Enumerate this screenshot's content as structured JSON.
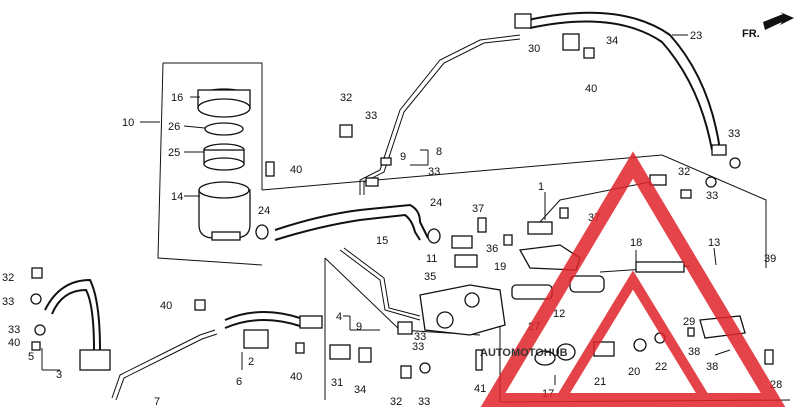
{
  "direction_label": "FR.",
  "callouts": [
    {
      "id": "c1",
      "text": "1"
    },
    {
      "id": "c2",
      "text": "2"
    },
    {
      "id": "c4",
      "text": "4"
    },
    {
      "id": "c5",
      "text": "5"
    },
    {
      "id": "c6",
      "text": "6"
    },
    {
      "id": "c7",
      "text": "7"
    },
    {
      "id": "c8",
      "text": "8"
    },
    {
      "id": "c9a",
      "text": "9"
    },
    {
      "id": "c9b",
      "text": "9"
    },
    {
      "id": "c10",
      "text": "10"
    },
    {
      "id": "c11",
      "text": "11"
    },
    {
      "id": "c12",
      "text": "12"
    },
    {
      "id": "c13",
      "text": "13"
    },
    {
      "id": "c14",
      "text": "14"
    },
    {
      "id": "c15",
      "text": "15"
    },
    {
      "id": "c16",
      "text": "16"
    },
    {
      "id": "c17",
      "text": "17"
    },
    {
      "id": "c18",
      "text": "18"
    },
    {
      "id": "c19",
      "text": "19"
    },
    {
      "id": "c20",
      "text": "20"
    },
    {
      "id": "c21",
      "text": "21"
    },
    {
      "id": "c22",
      "text": "22"
    },
    {
      "id": "c23",
      "text": "23"
    },
    {
      "id": "c24a",
      "text": "24"
    },
    {
      "id": "c24b",
      "text": "24"
    },
    {
      "id": "c25",
      "text": "25"
    },
    {
      "id": "c26",
      "text": "26"
    },
    {
      "id": "c27",
      "text": "27"
    },
    {
      "id": "c28",
      "text": "28"
    },
    {
      "id": "c29",
      "text": "29"
    },
    {
      "id": "c30",
      "text": "30"
    },
    {
      "id": "c31",
      "text": "31"
    },
    {
      "id": "c32a",
      "text": "32"
    },
    {
      "id": "c32b",
      "text": "32"
    },
    {
      "id": "c32c",
      "text": "32"
    },
    {
      "id": "c32d",
      "text": "32"
    },
    {
      "id": "c33a",
      "text": "33"
    },
    {
      "id": "c33b",
      "text": "33"
    },
    {
      "id": "c33c",
      "text": "33"
    },
    {
      "id": "c33d",
      "text": "33"
    },
    {
      "id": "c33e",
      "text": "33"
    },
    {
      "id": "c33f",
      "text": "33"
    },
    {
      "id": "c33g",
      "text": "33"
    },
    {
      "id": "c33h",
      "text": "33"
    },
    {
      "id": "c33i",
      "text": "33"
    },
    {
      "id": "c34a",
      "text": "34"
    },
    {
      "id": "c34b",
      "text": "34"
    },
    {
      "id": "c35",
      "text": "35"
    },
    {
      "id": "c36",
      "text": "36"
    },
    {
      "id": "c37a",
      "text": "37"
    },
    {
      "id": "c37b",
      "text": "37"
    },
    {
      "id": "c38a",
      "text": "38"
    },
    {
      "id": "c38b",
      "text": "38"
    },
    {
      "id": "c39",
      "text": "39"
    },
    {
      "id": "c40a",
      "text": "40"
    },
    {
      "id": "c40b",
      "text": "40"
    },
    {
      "id": "c40c",
      "text": "40"
    },
    {
      "id": "c40d",
      "text": "40"
    },
    {
      "id": "c40e",
      "text": "40"
    },
    {
      "id": "c41",
      "text": "41"
    },
    {
      "id": "c3",
      "text": "3"
    }
  ],
  "watermark": {
    "text": "AUTOMOTOHUB",
    "color": "#e0242a",
    "accent": "#f2c230"
  }
}
